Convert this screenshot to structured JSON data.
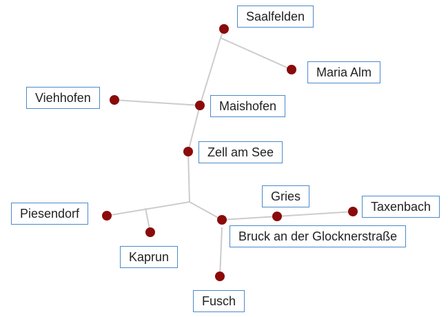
{
  "colors": {
    "node": "#8b0a0a",
    "edge": "#cccccc",
    "label_border": "#4a8ac9"
  },
  "places": [
    {
      "id": "saalfelden",
      "label": "Saalfelden"
    },
    {
      "id": "maria-alm",
      "label": "Maria Alm"
    },
    {
      "id": "viehhofen",
      "label": "Viehhofen"
    },
    {
      "id": "maishofen",
      "label": "Maishofen"
    },
    {
      "id": "zell-am-see",
      "label": "Zell am See"
    },
    {
      "id": "gries",
      "label": "Gries"
    },
    {
      "id": "taxenbach",
      "label": "Taxenbach"
    },
    {
      "id": "piesendorf",
      "label": "Piesendorf"
    },
    {
      "id": "bruck",
      "label": "Bruck an der Glocknerstraße"
    },
    {
      "id": "kaprun",
      "label": "Kaprun"
    },
    {
      "id": "fusch",
      "label": "Fusch"
    }
  ]
}
